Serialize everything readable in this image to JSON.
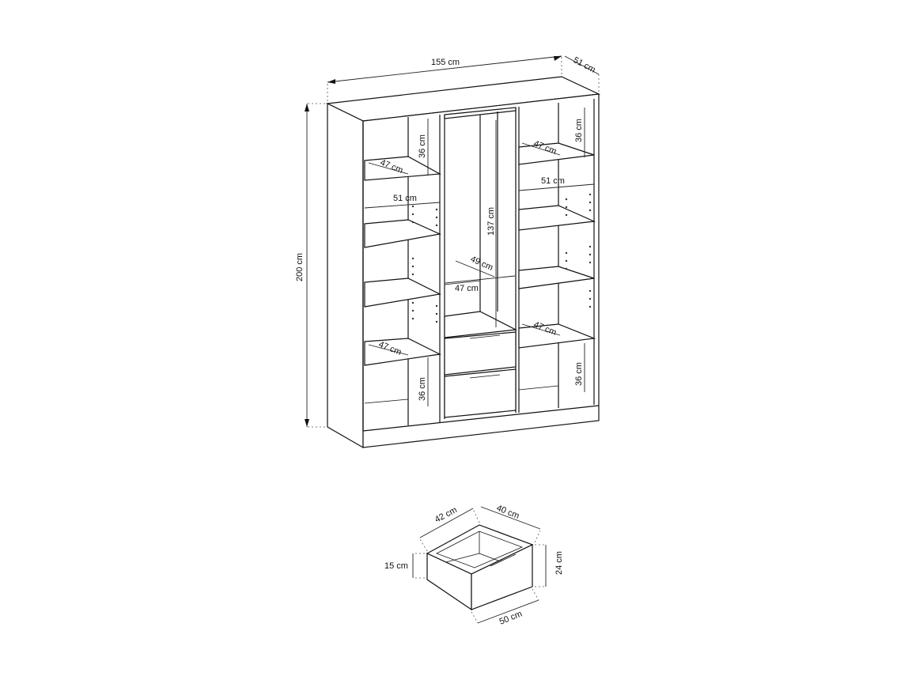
{
  "wardrobe": {
    "width_label": "155 cm",
    "depth_label": "51 cm",
    "height_label": "200 cm",
    "left_top_shelf_gap": "36 cm",
    "right_top_shelf_gap": "36 cm",
    "left_top_shelf_depth": "47 cm",
    "right_top_shelf_depth": "47 cm",
    "left_inner_width": "51 cm",
    "right_inner_width": "51 cm",
    "hanging_height": "137 cm",
    "hanging_depth": "49 cm",
    "hanging_width": "47 cm",
    "left_bottom_shelf_depth": "47 cm",
    "right_bottom_shelf_depth": "47 cm",
    "left_bottom_gap": "36 cm",
    "right_bottom_gap": "36 cm"
  },
  "drawer": {
    "depth_label": "42 cm",
    "inner_width_label": "40 cm",
    "inner_height_label": "15 cm",
    "front_height_label": "24 cm",
    "front_width_label": "50 cm"
  }
}
